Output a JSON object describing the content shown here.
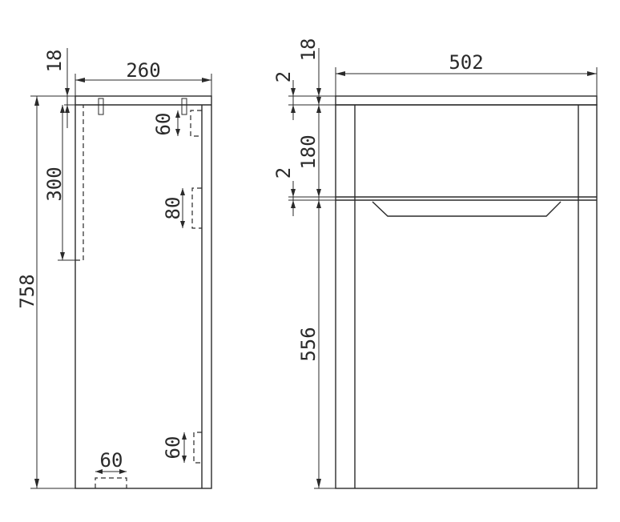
{
  "colors": {
    "line": "#2a2a2a",
    "background": "#ffffff"
  },
  "side_view": {
    "depth": "260",
    "top_thickness": "18",
    "overall_height": "758",
    "back_panel_height": "300",
    "upper_cutout": "60",
    "mid_cutout": "80",
    "lower_cutout": "60",
    "bottom_cutout": "60"
  },
  "front_view": {
    "width": "502",
    "top_thickness": "18",
    "gap_top": "2",
    "drawer_height": "180",
    "gap_mid": "2",
    "door_height": "556"
  }
}
